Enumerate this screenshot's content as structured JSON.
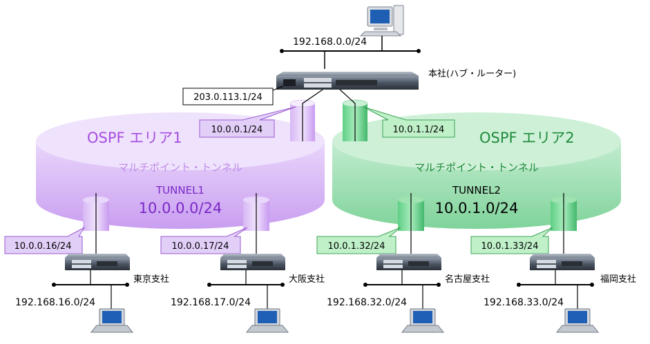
{
  "hub": {
    "lan": "192.168.0.0/24",
    "name": "本社(ハブ・ルーター)",
    "wan": "203.0.113.1/24",
    "tunnel1_ip": "10.0.0.1/24",
    "tunnel2_ip": "10.0.1.1/24"
  },
  "areas": [
    {
      "title": "OSPF エリア1",
      "subtitle": "マルチポイント・トンネル",
      "tunnel": "TUNNEL1",
      "network": "10.0.0.0/24",
      "color": "#b04ce6",
      "fill": "#e4cdfa"
    },
    {
      "title": "OSPF エリア2",
      "subtitle": "マルチポイント・トンネル",
      "tunnel": "TUNNEL2",
      "network": "10.0.1.0/24",
      "color": "#1e8a3c",
      "fill": "#bfe9cc"
    }
  ],
  "branches": [
    {
      "name": "東京支社",
      "tunnel_ip": "10.0.0.16/24",
      "lan": "192.168.16.0/24"
    },
    {
      "name": "大阪支社",
      "tunnel_ip": "10.0.0.17/24",
      "lan": "192.168.17.0/24"
    },
    {
      "name": "名古屋支社",
      "tunnel_ip": "10.0.1.32/24",
      "lan": "192.168.32.0/24"
    },
    {
      "name": "福岡支社",
      "tunnel_ip": "10.0.1.33/24",
      "lan": "192.168.33.0/24"
    }
  ],
  "colors": {
    "purple_callout_fill": "#e2cff8",
    "purple_callout_stroke": "#9b59d0",
    "green_callout_fill": "#bff0c8",
    "green_callout_stroke": "#3da357",
    "purple_text": "#a54de0",
    "green_text": "#1f8b3b"
  }
}
